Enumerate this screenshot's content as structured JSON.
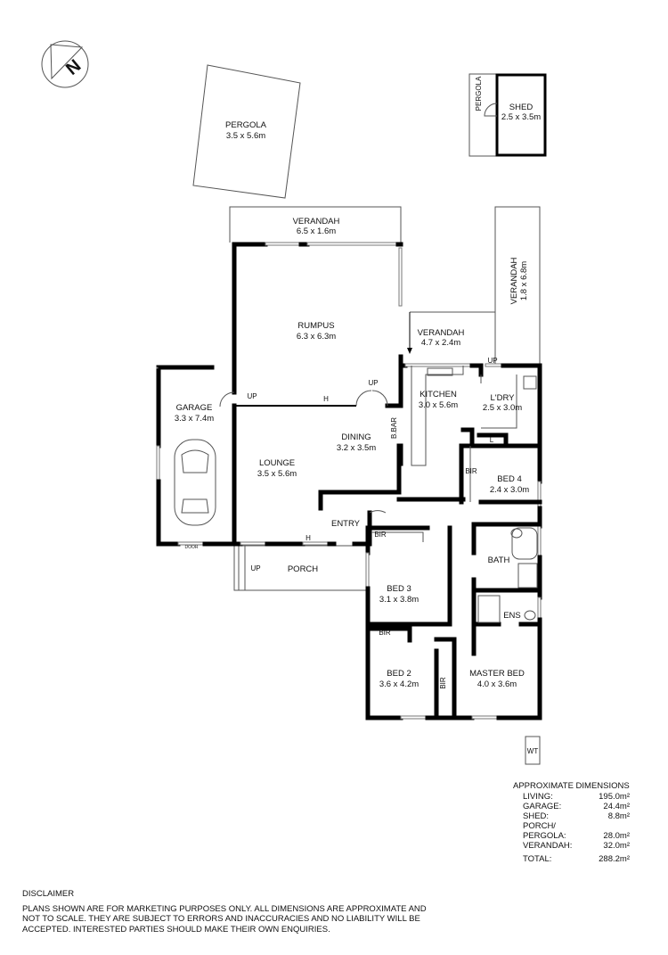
{
  "north_label": "N",
  "outdoor": {
    "pergola": {
      "name": "PERGOLA",
      "size": "3.5 x 5.6m"
    },
    "shed_pergola": {
      "name": "PERGOLA"
    },
    "shed": {
      "name": "SHED",
      "size": "2.5 x 3.5m"
    },
    "verandah_top": {
      "name": "VERANDAH",
      "size": "6.5 x 1.6m"
    },
    "verandah_right": {
      "name": "VERANDAH",
      "size": "1.8 x 6.8m"
    },
    "verandah_mid": {
      "name": "VERANDAH",
      "size": "4.7 x 2.4m"
    },
    "porch": {
      "name": "PORCH"
    },
    "wt": "WT"
  },
  "rooms": {
    "rumpus": {
      "name": "RUMPUS",
      "size": "6.3 x 6.3m"
    },
    "garage": {
      "name": "GARAGE",
      "size": "3.3 x 7.4m",
      "door": "DOOR"
    },
    "lounge": {
      "name": "LOUNGE",
      "size": "3.5 x 5.6m"
    },
    "dining": {
      "name": "DINING",
      "size": "3.2 x 3.5m"
    },
    "kitchen": {
      "name": "KITCHEN",
      "size": "3.0 x 5.6m"
    },
    "laundry": {
      "name": "L'DRY",
      "size": "2.5 x 3.0m"
    },
    "bbar": "B.BAR",
    "linen": "L",
    "bed4": {
      "name": "BED 4",
      "size": "2.4 x 3.0m",
      "bir": "BIR"
    },
    "entry": {
      "name": "ENTRY"
    },
    "bed3": {
      "name": "BED 3",
      "size": "3.1 x 3.8m",
      "bir": "BIR"
    },
    "bath": {
      "name": "BATH"
    },
    "ens": {
      "name": "ENS"
    },
    "bed2": {
      "name": "BED 2",
      "size": "3.6 x 4.2m",
      "bir": "BIR"
    },
    "master": {
      "name": "MASTER BED",
      "size": "4.0 x 3.6m",
      "bir": "BIR"
    }
  },
  "markers": {
    "up": "UP",
    "h": "H"
  },
  "dimensions": {
    "title": "APPROXIMATE DIMENSIONS",
    "rows": [
      {
        "label": "LIVING:",
        "value": "195.0m²"
      },
      {
        "label": "GARAGE:",
        "value": "24.4m²"
      },
      {
        "label": "SHED:",
        "value": "8.8m²"
      },
      {
        "label": "PORCH/",
        "value": ""
      },
      {
        "label": "PERGOLA:",
        "value": "28.0m²"
      },
      {
        "label": "VERANDAH:",
        "value": "32.0m²"
      }
    ],
    "total": {
      "label": "TOTAL:",
      "value": "288.2m²"
    }
  },
  "disclaimer": {
    "heading": "DISCLAIMER",
    "lines": [
      "PLANS SHOWN ARE FOR MARKETING PURPOSES ONLY. ALL DIMENSIONS ARE APPROXIMATE AND",
      "NOT TO SCALE. THEY ARE SUBJECT TO ERRORS AND INACCURACIES AND NO LIABILITY WILL BE",
      "ACCEPTED. INTERESTED PARTIES SHOULD MAKE THEIR OWN ENQUIRIES."
    ]
  }
}
